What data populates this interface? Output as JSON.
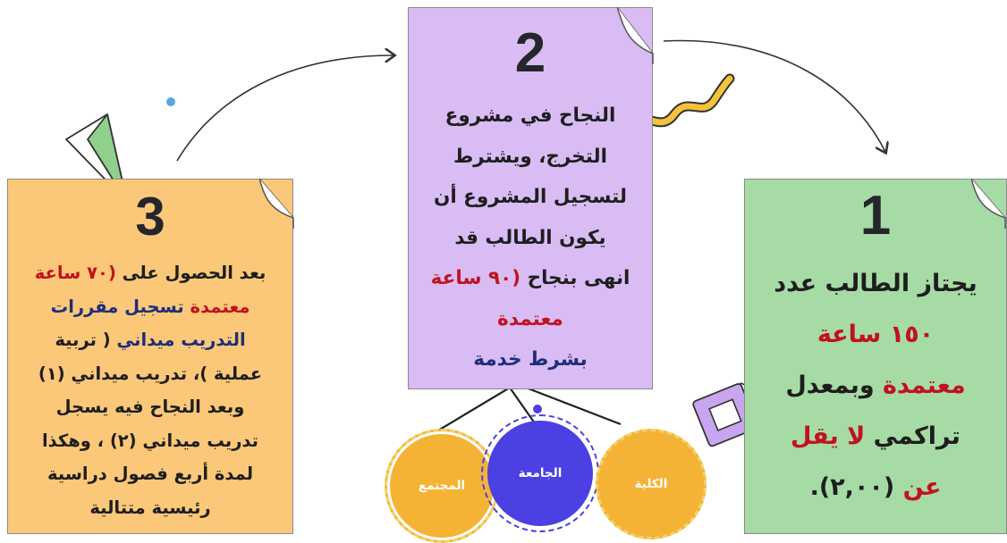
{
  "steps": {
    "step3": {
      "number": "3",
      "lines": [
        {
          "segments": [
            {
              "text": "بعد الحصول على ",
              "color": "dark"
            },
            {
              "text": "(٧٠ ساعة",
              "color": "red"
            }
          ]
        },
        {
          "segments": [
            {
              "text": "معتمدة ",
              "color": "red"
            },
            {
              "text": "تسجيل مقررات",
              "color": "blue"
            }
          ]
        },
        {
          "segments": [
            {
              "text": "التدريب ميداني ",
              "color": "blue"
            },
            {
              "text": "( تربية",
              "color": "dark"
            }
          ]
        },
        {
          "segments": [
            {
              "text": "عملية )، تدريب ميداني (١)",
              "color": "dark"
            }
          ]
        },
        {
          "segments": [
            {
              "text": "وبعد النجاح فيه يسجل",
              "color": "dark"
            }
          ]
        },
        {
          "segments": [
            {
              "text": "تدريب ميداني (٢) ، وهكذا",
              "color": "dark"
            }
          ]
        },
        {
          "segments": [
            {
              "text": "لمدة أربع  فصول دراسية",
              "color": "dark"
            }
          ]
        },
        {
          "segments": [
            {
              "text": "رئيسية متتالية",
              "color": "dark"
            }
          ]
        }
      ]
    },
    "step2": {
      "number": "2",
      "lines": [
        {
          "segments": [
            {
              "text": "النجاح في مشروع",
              "color": "dark"
            }
          ]
        },
        {
          "segments": [
            {
              "text": "التخرج، ويشترط",
              "color": "dark"
            }
          ]
        },
        {
          "segments": [
            {
              "text": "لتسجيل المشروع أن",
              "color": "dark"
            }
          ]
        },
        {
          "segments": [
            {
              "text": "يكون الطالب قد",
              "color": "dark"
            }
          ]
        },
        {
          "segments": [
            {
              "text": "انهى بنجاح ",
              "color": "dark"
            },
            {
              "text": "(٩٠ ساعة",
              "color": "red"
            }
          ]
        },
        {
          "segments": [
            {
              "text": "معتمدة",
              "color": "red"
            }
          ]
        },
        {
          "segments": [
            {
              "text": "بشرط خدمة",
              "color": "blue"
            }
          ]
        }
      ]
    },
    "step1": {
      "number": "1",
      "lines": [
        {
          "segments": [
            {
              "text": "يجتاز الطالب عدد",
              "color": "dark"
            }
          ]
        },
        {
          "segments": [
            {
              "text": "١٥٠ ساعة",
              "color": "red"
            }
          ]
        },
        {
          "segments": [
            {
              "text": "معتمدة ",
              "color": "red"
            },
            {
              "text": "وبمعدل",
              "color": "dark"
            }
          ]
        },
        {
          "segments": [
            {
              "text": "تراكمي ",
              "color": "dark"
            },
            {
              "text": "لا يقل",
              "color": "red"
            }
          ]
        },
        {
          "segments": [
            {
              "text": "عن ",
              "color": "red"
            },
            {
              "text": "(٢,٠٠).",
              "color": "dark"
            }
          ]
        }
      ]
    }
  },
  "service": {
    "community": "المجتمع",
    "university": "الجامعة",
    "college": "الكلية"
  },
  "colors": {
    "dark": "#1e1e1e",
    "red": "#c1121f",
    "blue": "#1f2d7a",
    "card_orange": "#fac878",
    "card_purple": "#d9bcf4",
    "card_green": "#a6dba6",
    "circle_yellow": "#f5b335",
    "circle_blue": "#4b40e2"
  }
}
